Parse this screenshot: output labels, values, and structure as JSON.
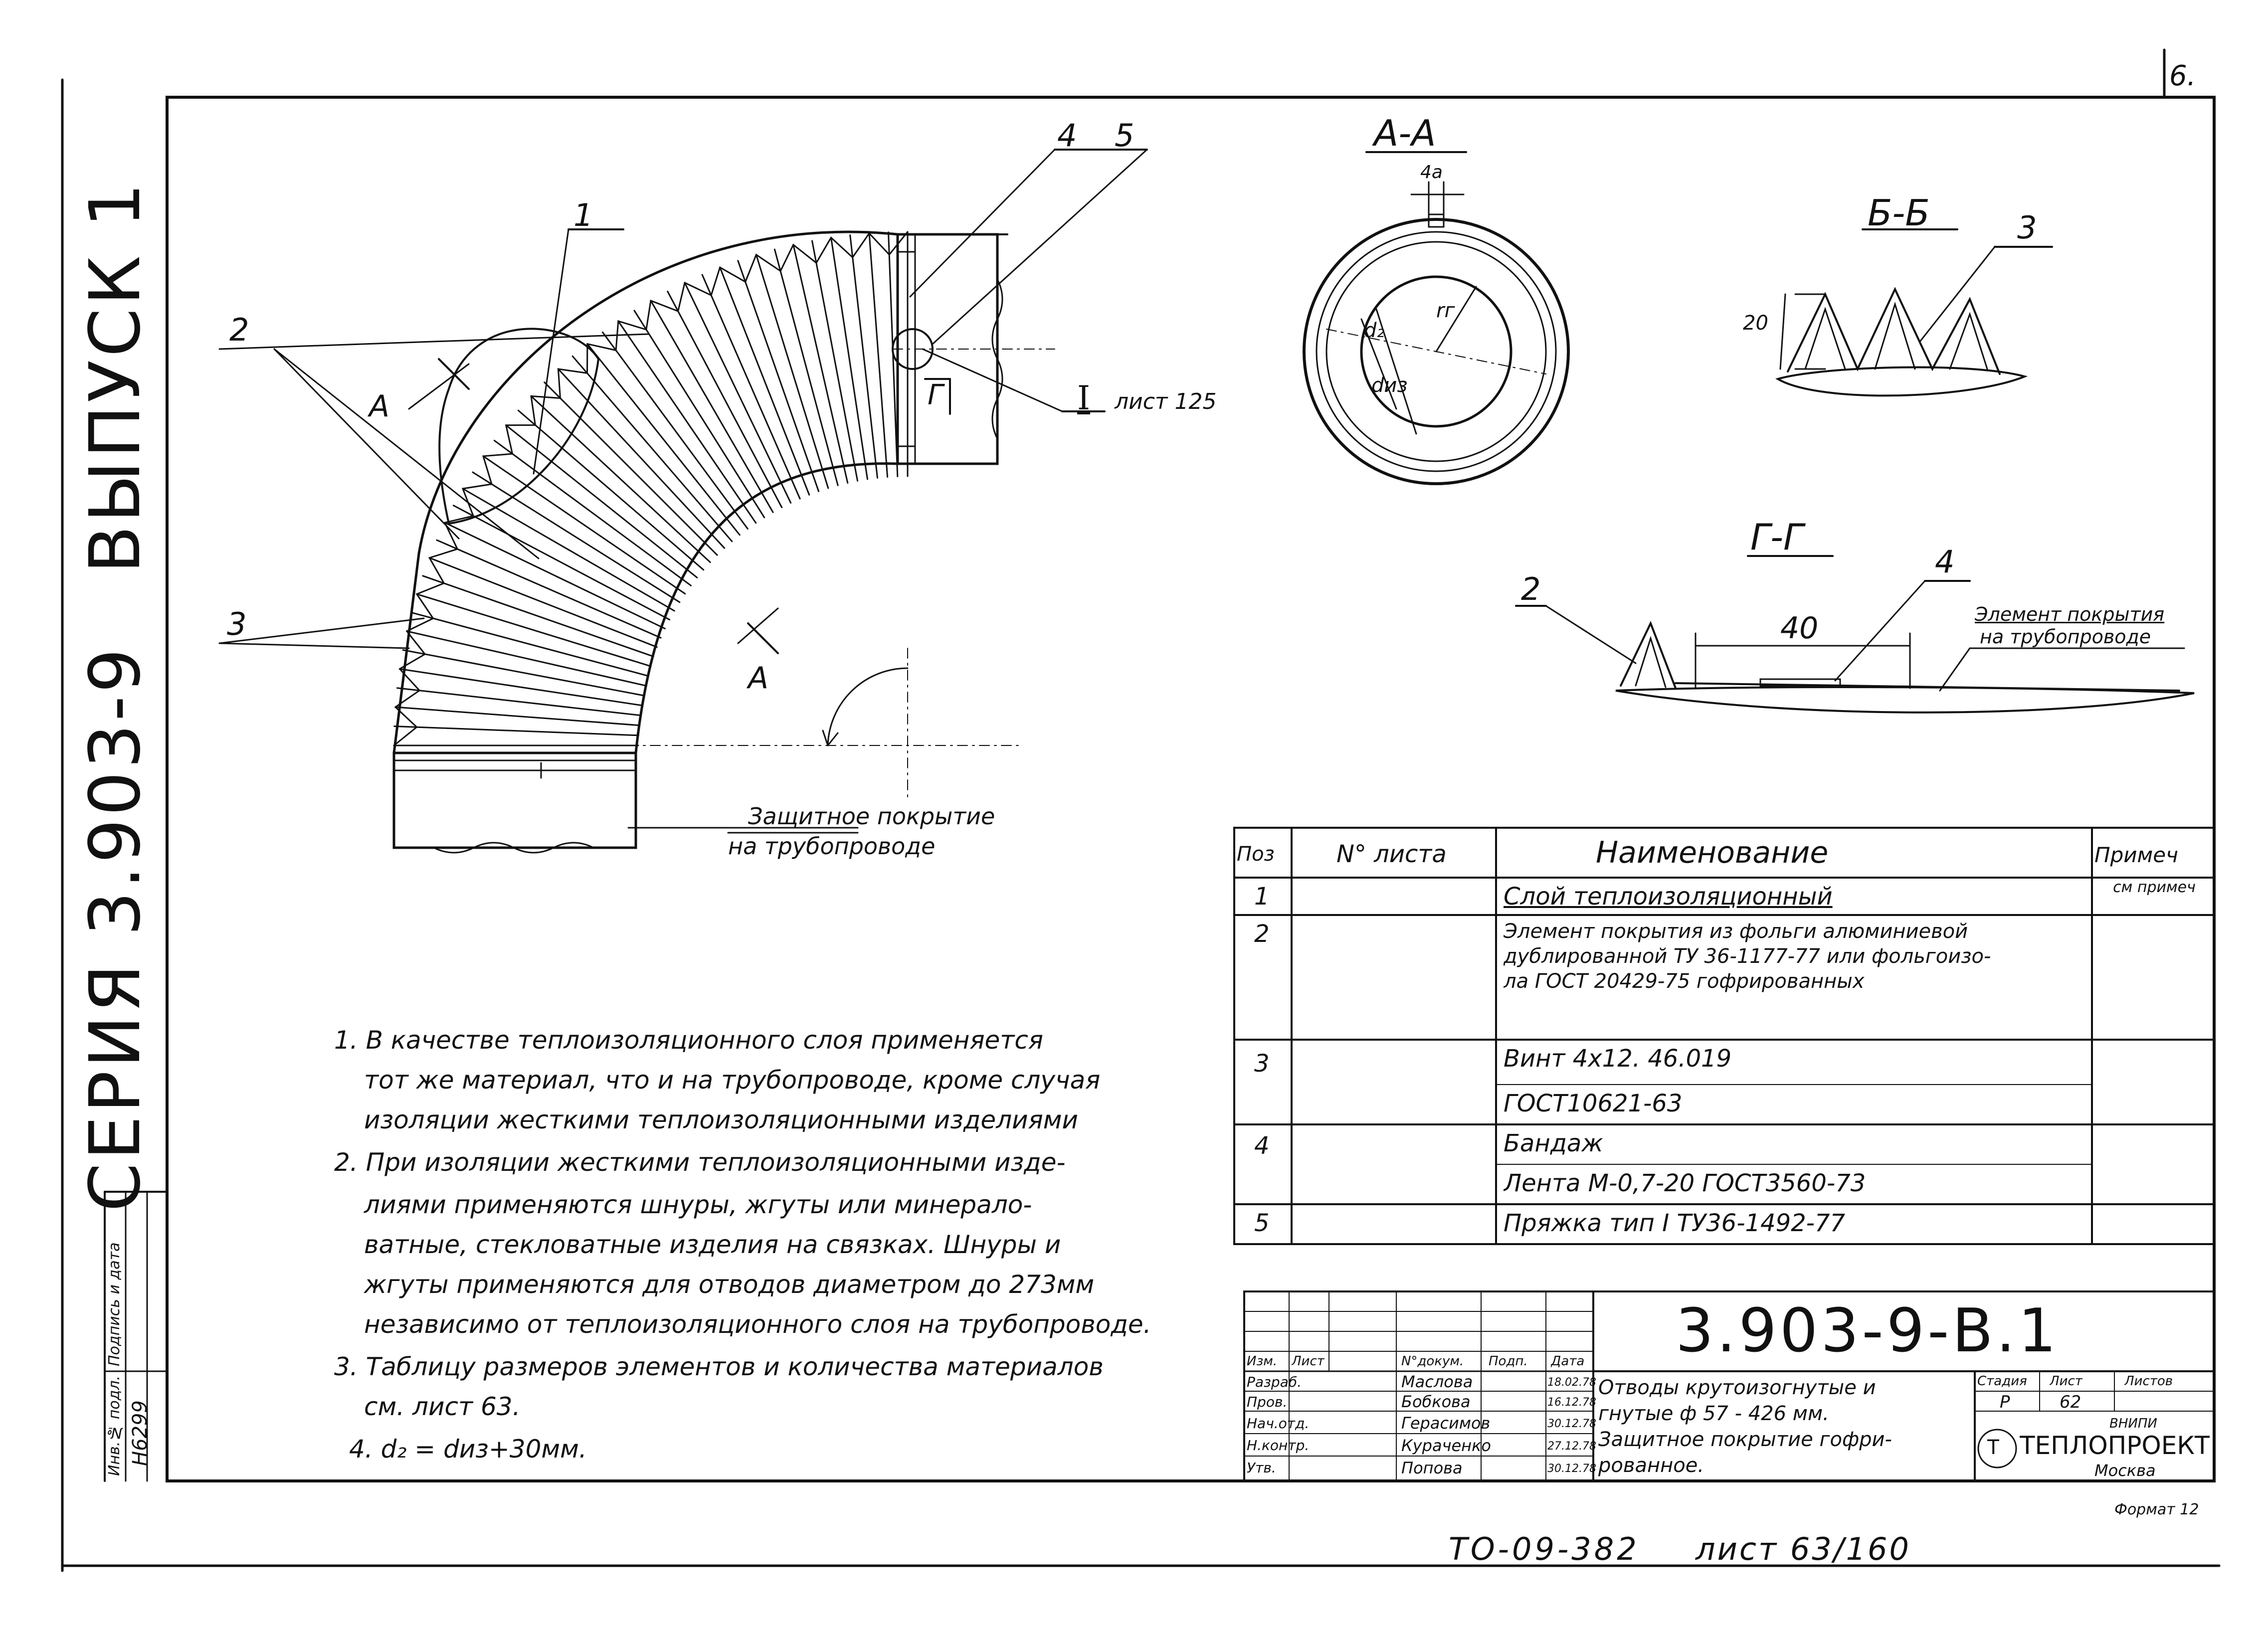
{
  "sheet_number": "6.",
  "side_stamp": {
    "series": "СЕРИЯ  3.903-9",
    "issue": "ВЫПУСК 1",
    "inv_label": "Инв.№ подл.",
    "sign_label": "Подпись и дата",
    "inv_number": "Н6299"
  },
  "main_view": {
    "callouts": [
      "1",
      "2",
      "3",
      "4",
      "5"
    ],
    "section_mark": "А",
    "view_label": "Г",
    "detail_ref_roman": "I",
    "detail_ref_sheet": "лист 125",
    "protective_label_line1": "Защитное покрытие",
    "protective_label_line2": "на трубопроводе"
  },
  "section_aa": {
    "title": "А-А",
    "dim_4a": "4а",
    "label_dz": "d₂",
    "label_diz": "dиз",
    "label_rg": "rг"
  },
  "section_bb": {
    "title": "Б-Б",
    "callout": "3",
    "dim_20": "20"
  },
  "section_gg": {
    "title": "Г-Г",
    "callout_left": "2",
    "callout_right": "4",
    "dim_40": "40",
    "label_line1": "Элемент покрытия",
    "label_line2": "на трубопроводе"
  },
  "notes": [
    "1. В качестве теплоизоляционного слоя применяется",
    "тот же материал, что и на трубопроводе, кроме случая",
    "изоляции жесткими теплоизоляционными изделиями",
    "2. При изоляции жесткими теплоизоляционными изде-",
    "лиями применяются шнуры, жгуты или минерало-",
    "ватные, стекловатные изделия на связках. Шнуры и",
    "жгуты применяются для отводов диаметром до 273мм",
    "независимо от теплоизоляционного слоя на трубопроводе.",
    "3. Таблицу размеров элементов и количества материалов",
    "см. лист 63.",
    "4. d₂ = dиз+30мм."
  ],
  "spec_table": {
    "headers": [
      "Поз",
      "N° листа",
      "Наименование",
      "Примеч"
    ],
    "rows": [
      {
        "pos": "1",
        "name": [
          "Слой теплоизоляционный"
        ],
        "note": "см примеч"
      },
      {
        "pos": "2",
        "name": [
          "Элемент покрытия из фольги алюминиевой",
          "дублированной ТУ 36-1177-77 или фольгоизо-",
          "ла ГОСТ 20429-75 гофрированных"
        ],
        "note": ""
      },
      {
        "pos": "3",
        "name": [
          "Винт 4х12. 46.019",
          "ГОСТ10621-63"
        ],
        "note": ""
      },
      {
        "pos": "4",
        "name": [
          "Бандаж",
          "Лента М-0,7-20  ГОСТ3560-73"
        ],
        "note": ""
      },
      {
        "pos": "5",
        "name": [
          "Пряжка тип I ТУ36-1492-77"
        ],
        "note": ""
      }
    ]
  },
  "title_block": {
    "designation": "3.903-9-В.1",
    "col_headers": [
      "Изм.",
      "Лист",
      "N°докум.",
      "Подп.",
      "Дата"
    ],
    "people": [
      {
        "role": "Разраб.",
        "name": "Маслова",
        "date": "18.02.78"
      },
      {
        "role": "Пров.",
        "name": "Бобкова",
        "date": "16.12.78"
      },
      {
        "role": "Нач.отд.",
        "name": "Герасимов",
        "date": "30.12.78"
      },
      {
        "role": "Н.контр.",
        "name": "Кураченко",
        "date": "27.12.78"
      },
      {
        "role": "Утв.",
        "name": "Попова",
        "date": "30.12.78"
      }
    ],
    "title_lines": [
      "Отводы крутоизогнутые и",
      "гнутые ф 57 - 426 мм.",
      "Защитное покрытие гофри-",
      "рованное."
    ],
    "stage_label": "Стадия",
    "sheet_label": "Лист",
    "sheets_label": "Листов",
    "stage": "Р",
    "sheet": "62",
    "org_small": "ВНИПИ",
    "org": "ТЕПЛОПРОЕКТ",
    "city": "Москва"
  },
  "format": "Формат 12",
  "footer_code": "ТО-09-382",
  "footer_sheet": "лист 63/160",
  "colors": {
    "ink": "#111111",
    "paper": "#ffffff"
  }
}
